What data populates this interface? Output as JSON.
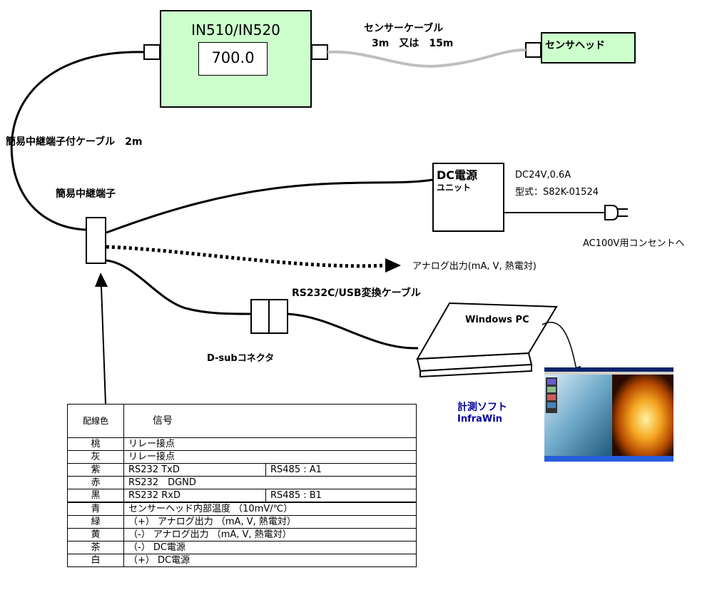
{
  "device": {
    "model": "IN510/IN520",
    "display_value": "700.0"
  },
  "sensor_cable": {
    "label_line1": "センサーケーブル",
    "label_line2": "3m　又は　15m"
  },
  "sensor_head": {
    "label": "センサヘッド"
  },
  "relay_cable": {
    "label": "簡易中継端子付ケーブル　2m"
  },
  "relay_terminal": {
    "label": "簡易中継端子"
  },
  "power_unit": {
    "label_line1": "DC電源",
    "label_line2": "ユニット",
    "spec_line1": "DC24V,0.6A",
    "spec_line2": "型式：S82K-01524"
  },
  "outlet": {
    "label": "AC100V用コンセントへ"
  },
  "analog_output": {
    "label": "アナログ出力(mA, V, 熱電対)"
  },
  "usb_cable": {
    "label": "RS232C/USB変換ケーブル"
  },
  "dsub": {
    "label": "D-subコネクタ"
  },
  "pc": {
    "label": "Windows PC"
  },
  "software": {
    "label_line1": "計測ソフト",
    "label_line2": "InfraWin",
    "accent": "#000099"
  },
  "colors": {
    "device_fill": "#ccffcc",
    "cable_gray": "#bfbfbf"
  },
  "wiring_table": {
    "header": [
      "配線色",
      "信号"
    ],
    "rows": [
      [
        "桃",
        "リレー接点",
        ""
      ],
      [
        "灰",
        "リレー接点",
        ""
      ],
      [
        "紫",
        "RS232 TxD",
        "RS485 : A1"
      ],
      [
        "赤",
        "RS232　DGND",
        ""
      ],
      [
        "黒",
        "RS232 RxD",
        "RS485 : B1"
      ],
      [
        "青",
        "センサーヘッド内部温度 （10mV/℃）",
        ""
      ],
      [
        "緑",
        "（+） アナログ出力 （mA, V, 熱電対）",
        ""
      ],
      [
        "黄",
        "（-） アナログ出力 （mA, V, 熱電対）",
        ""
      ],
      [
        "茶",
        "（-） DC電源",
        ""
      ],
      [
        "白",
        "（+） DC電源",
        ""
      ]
    ]
  }
}
